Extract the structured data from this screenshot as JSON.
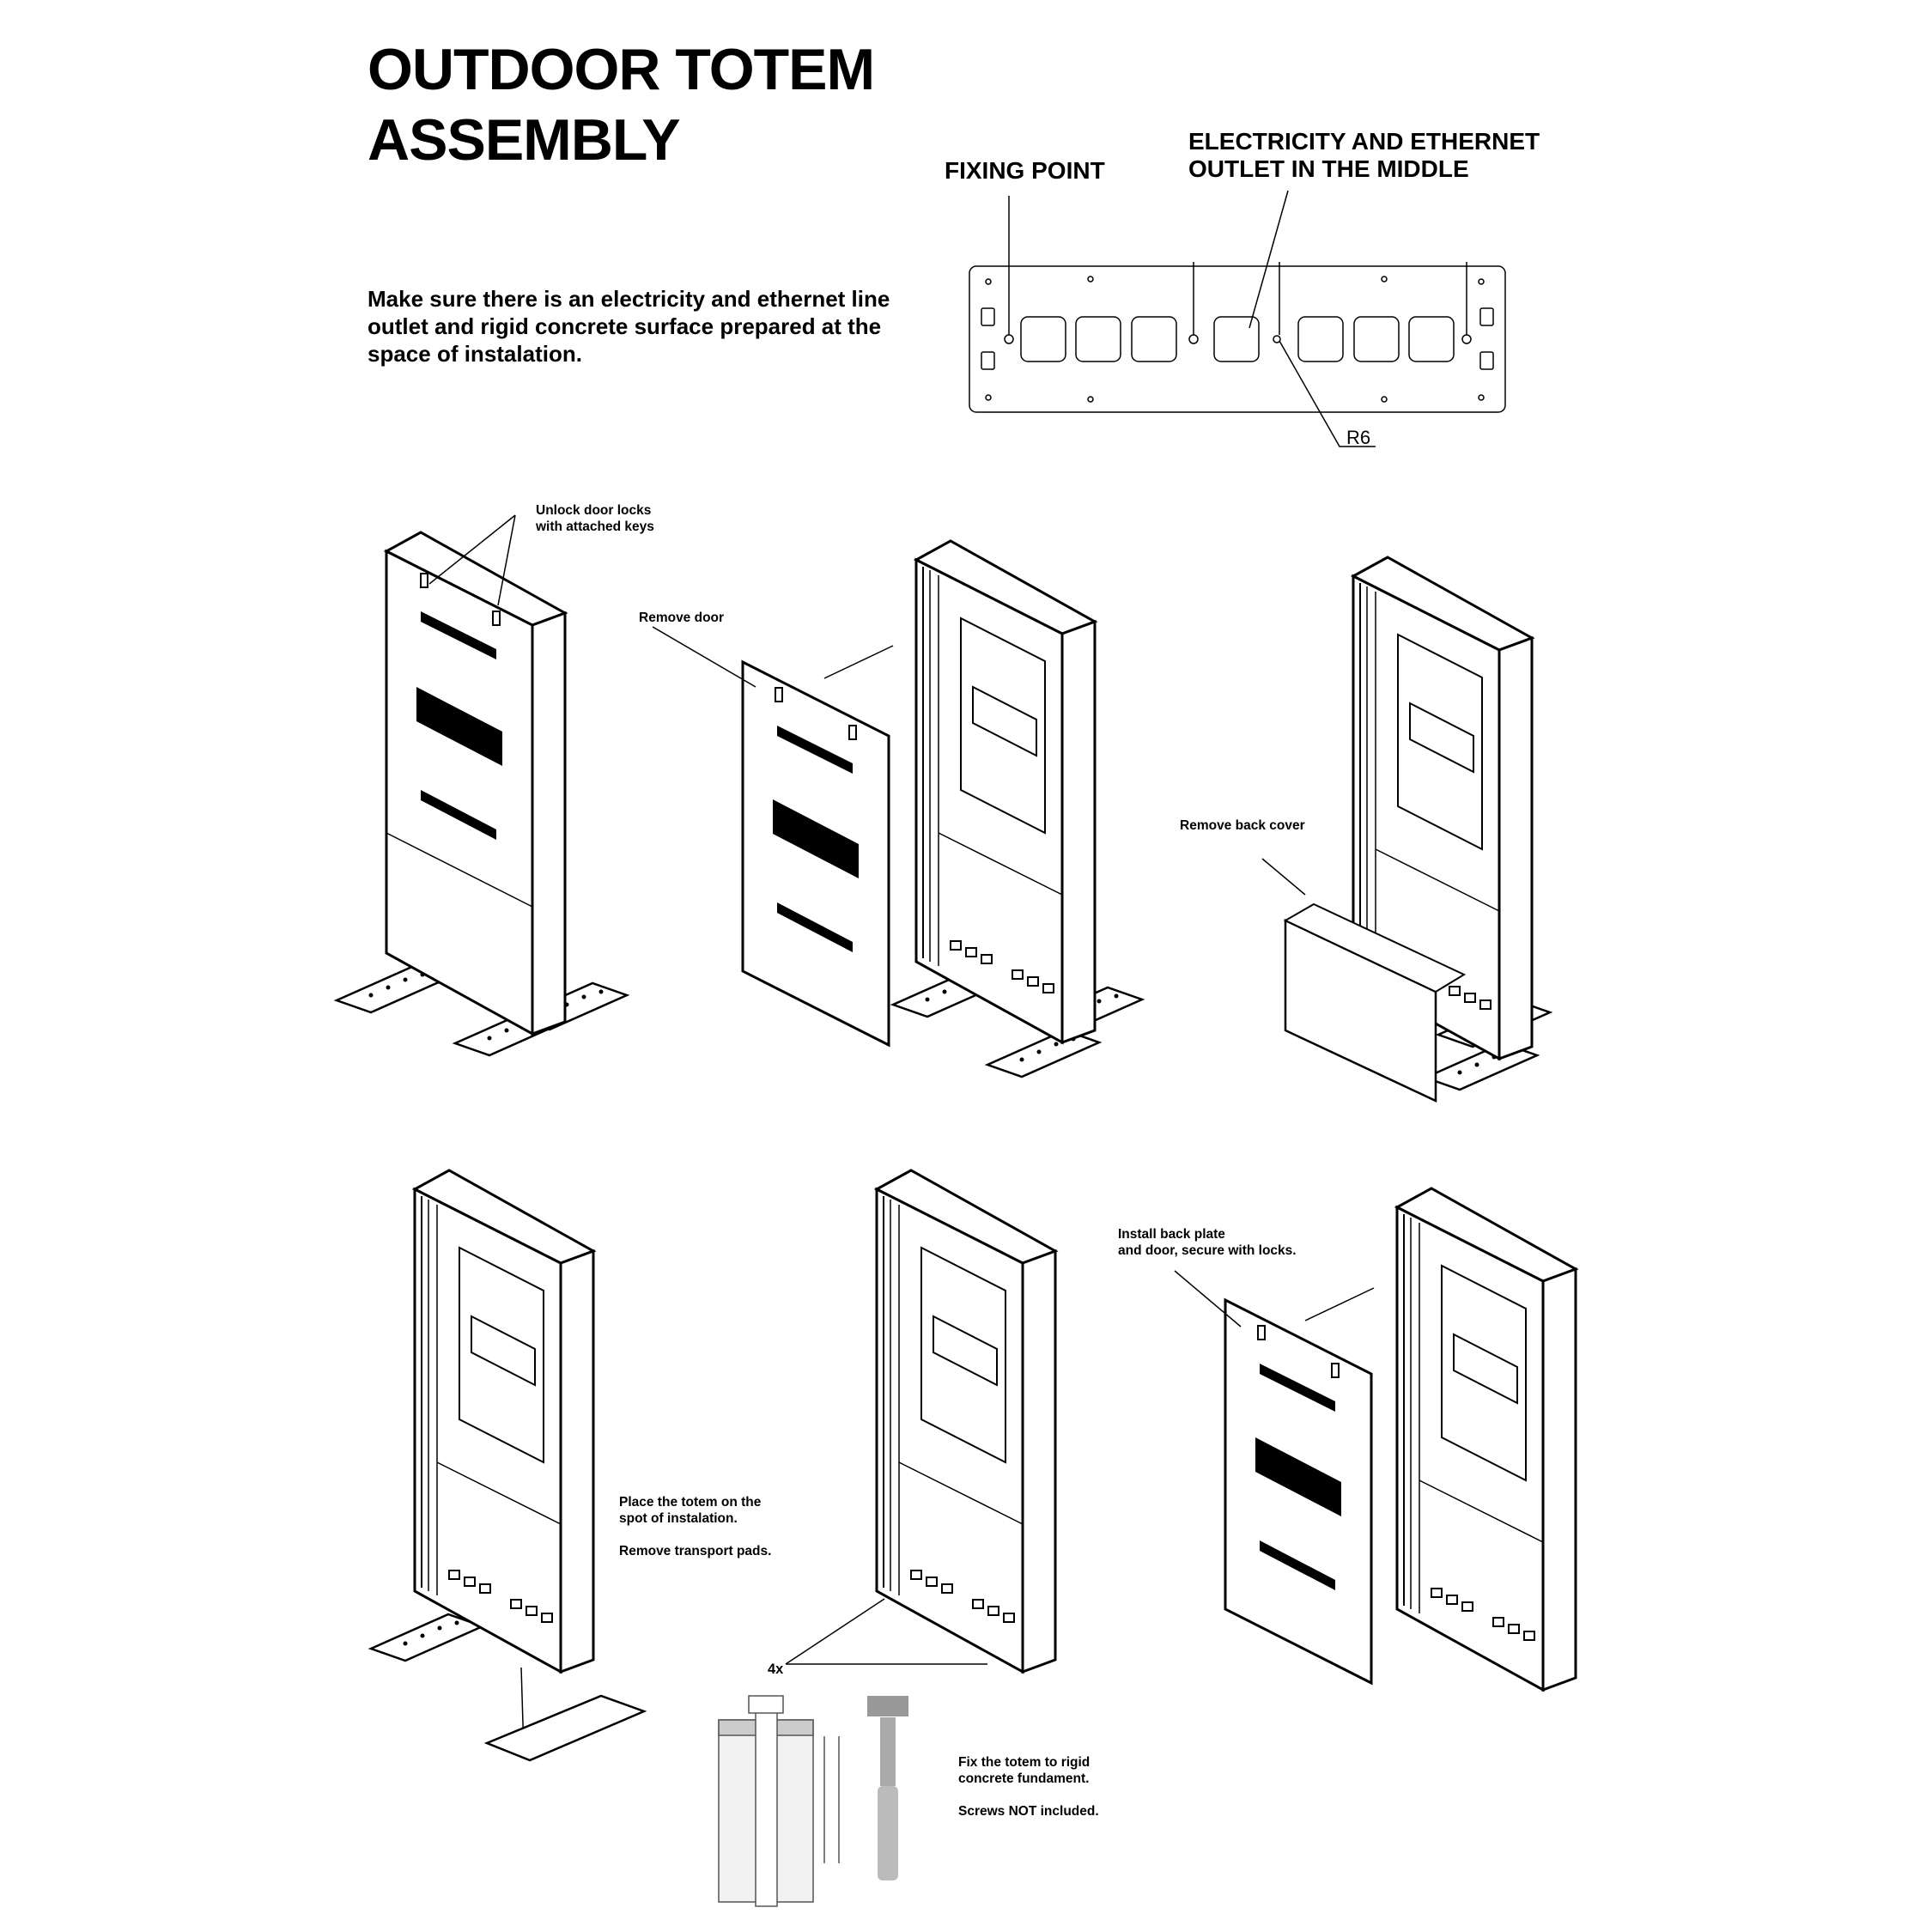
{
  "title": {
    "line1": "OUTDOOR TOTEM",
    "line2": "ASSEMBLY"
  },
  "intro": "Make sure there is an electricity and ethernet line outlet and rigid concrete surface prepared at the space of instalation.",
  "plate": {
    "fixing_point": "FIXING POINT",
    "outlet_line1": "ELECTRICITY  AND ETHERNET",
    "outlet_line2": "OUTLET IN THE MIDDLE",
    "radius": "R6"
  },
  "steps": {
    "unlock": {
      "line1": "Unlock door locks",
      "line2": "with attached keys"
    },
    "remove_door": "Remove door",
    "remove_back": "Remove back cover",
    "install": {
      "line1": "Install back plate",
      "line2": "and door, secure with locks."
    },
    "place": {
      "line1": "Place the totem on the",
      "line2": "spot of instalation.",
      "line3": "Remove transport pads."
    },
    "count": "4x",
    "fix": {
      "line1": "Fix the totem to rigid",
      "line2": "concrete fundament.",
      "line3": "Screws NOT included."
    }
  }
}
